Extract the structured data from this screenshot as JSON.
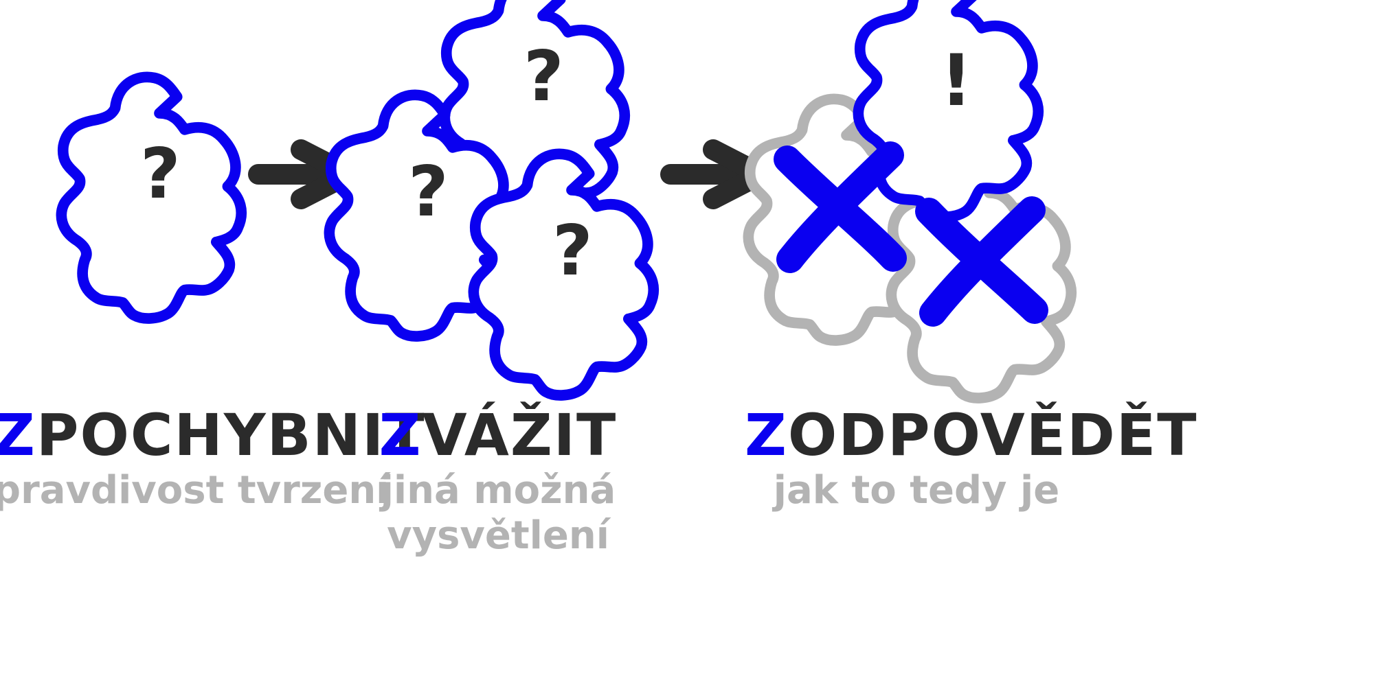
{
  "colors": {
    "blue": "#0a00f0",
    "dark": "#2b2b2b",
    "grey": "#b3b3b3",
    "background": "#ffffff"
  },
  "icons": {
    "cloud": "thought-cloud-icon",
    "arrow": "arrow-right-icon",
    "cross": "cross-mark-icon"
  },
  "symbols": {
    "question": "¿",
    "exclamation": "!"
  },
  "steps": [
    {
      "initial": "Z",
      "rest": "POCHYBNIT",
      "sub": [
        "pravdivost tvrzení"
      ]
    },
    {
      "initial": "Z",
      "rest": "VÁŽIT",
      "sub": [
        "jiná možná",
        "vysvětlení"
      ]
    },
    {
      "initial": "Z",
      "rest": "ODPOVĚDĚT",
      "sub": [
        "jak to tedy je"
      ]
    }
  ]
}
